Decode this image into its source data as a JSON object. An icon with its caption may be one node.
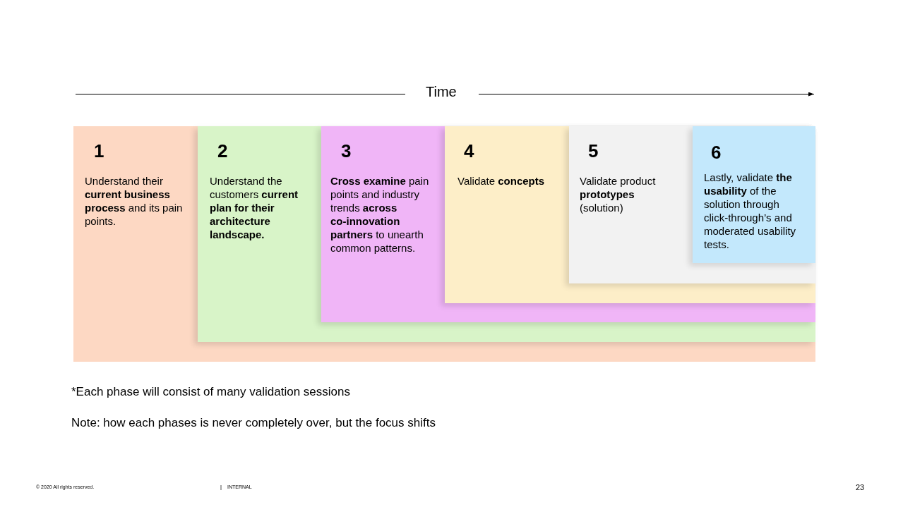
{
  "diagram": {
    "nodes": [
      {
        "text": [
          "1",
          "Understand their **current business process** and its pain points."
        ]
      },
      {
        "text": [
          "2",
          "Understand the customers **current plan for their architecture landscape.**"
        ],
        "in": 0
      },
      {
        "text": [
          "3",
          "**Cross examine** pain points and industry trends **across co-innovation partners** to unearth common patterns."
        ],
        "in": 1
      },
      {
        "text": [
          "4",
          "Validate **concepts**"
        ],
        "in": 2
      },
      {
        "text": [
          "5",
          "Validate product **prototypes** (solution)"
        ],
        "in": 3
      },
      {
        "text": [
          "6",
          "Lastly, validate **the usability** of the solution through click-through’s and moderated usability tests."
        ],
        "in": 4
      }
    ],
    "edges": [],
    "labels": [
      "Time",
      "*Each phase will consist of many validation sessions",
      "Note: how each phases is never completely over, but the focus shifts",
      "© 2020 All rights reserved.",
      "INTERNAL",
      "23"
    ]
  }
}
